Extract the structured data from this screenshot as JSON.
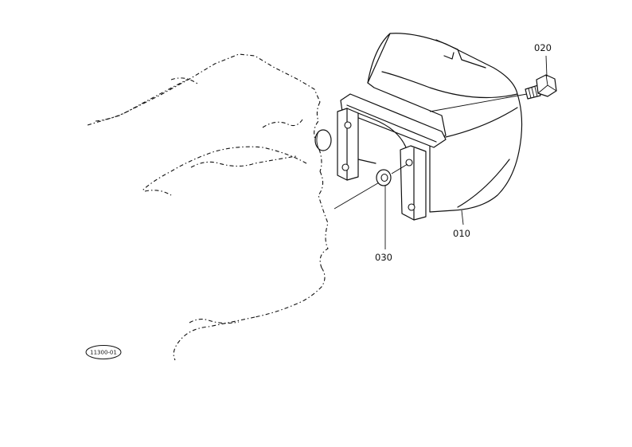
{
  "callouts": [
    {
      "id": "part-010",
      "text": "010"
    },
    {
      "id": "part-020",
      "text": "020"
    },
    {
      "id": "part-030",
      "text": "030"
    }
  ],
  "figure_ref": "11300-01"
}
